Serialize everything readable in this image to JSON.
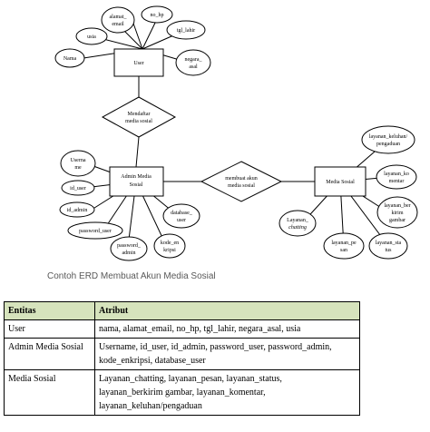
{
  "entities": {
    "user": "User",
    "admin": [
      "Admin Media",
      "Sosial"
    ],
    "media": "Media Sosial"
  },
  "relations": {
    "mendaftar": [
      "Mendaftar",
      "media sosial"
    ],
    "membuat": [
      "membuat akun",
      "media sosial"
    ]
  },
  "user_attrs": {
    "alamat_email": [
      "alamat_",
      "email"
    ],
    "no_hp": "no_hp",
    "tgl_lahir": "tgl_lahir",
    "usia": "usia",
    "nama": "Nama",
    "negara_asal": [
      "negara_",
      "asal"
    ]
  },
  "admin_attrs": {
    "username": [
      "Userna",
      "me"
    ],
    "id_user": "id_user",
    "id_admin": "id_admin",
    "password_user": "password_user",
    "password_admin": [
      "password_",
      "admin"
    ],
    "kode_enkripsi": [
      "kode_en",
      "kripsi"
    ],
    "database_user": [
      "database_",
      "user"
    ]
  },
  "media_attrs": {
    "keluhan": [
      "layanan_keluhan/",
      "pengaduan"
    ],
    "komentar": [
      "layanan_ko",
      "mentar"
    ],
    "berkirim": [
      "layanan_ber",
      "kirim",
      "gambar"
    ],
    "status": [
      "layanan_sta",
      "tus"
    ],
    "pesan": [
      "layanan_pe",
      "san"
    ],
    "chatting": [
      "Layanan_",
      "chatting"
    ]
  },
  "caption": "Contoh ERD Membuat Akun Media Sosial",
  "table": {
    "headers": [
      "Entitas",
      "Atribut"
    ],
    "rows": [
      {
        "entity": "User",
        "lines": [
          "nama, alamat_email, no_hp, tgl_lahir, negara_asal, usia"
        ]
      },
      {
        "entity": "Admin Media Sosial",
        "lines": [
          "Username, id_user, id_admin, password_user, password_admin,",
          "kode_enkripsi, database_user"
        ]
      },
      {
        "entity": "Media Sosial",
        "lines": [
          "Layanan_chatting, layanan_pesan, layanan_status,",
          "layanan_berkirim gambar, layanan_komentar,",
          "layanan_keluhan/pengaduan"
        ]
      }
    ]
  }
}
